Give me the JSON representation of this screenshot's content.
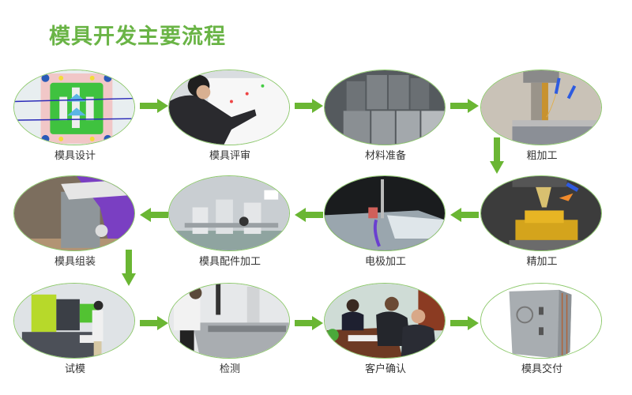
{
  "title": "模具开发主要流程",
  "colors": {
    "accent": "#6ab446",
    "arrow": "#6ab633",
    "ellipse_border": "#8cc86a",
    "label": "#333333"
  },
  "steps": [
    {
      "id": 1,
      "label": "模具设计",
      "image": "mold-design-cad"
    },
    {
      "id": 2,
      "label": "模具评审",
      "image": "mold-review-whiteboard"
    },
    {
      "id": 3,
      "label": "材料准备",
      "image": "steel-blocks"
    },
    {
      "id": 4,
      "label": "粗加工",
      "image": "cnc-rough-machining"
    },
    {
      "id": 5,
      "label": "精加工",
      "image": "cnc-finish-machining"
    },
    {
      "id": 6,
      "label": "电极加工",
      "image": "edm-electrode"
    },
    {
      "id": 7,
      "label": "模具配件加工",
      "image": "workshop-machines"
    },
    {
      "id": 8,
      "label": "模具组装",
      "image": "mold-assembly"
    },
    {
      "id": 9,
      "label": "试模",
      "image": "injection-machine-trial"
    },
    {
      "id": 10,
      "label": "检测",
      "image": "cmm-inspection"
    },
    {
      "id": 11,
      "label": "客户确认",
      "image": "customer-meeting"
    },
    {
      "id": 12,
      "label": "模具交付",
      "image": "finished-mold"
    }
  ],
  "flow": [
    "1→2",
    "2→3",
    "3→4",
    "4↓5",
    "5→6",
    "6→7",
    "7→8",
    "8↓9",
    "9→10",
    "10→11",
    "11→12"
  ]
}
